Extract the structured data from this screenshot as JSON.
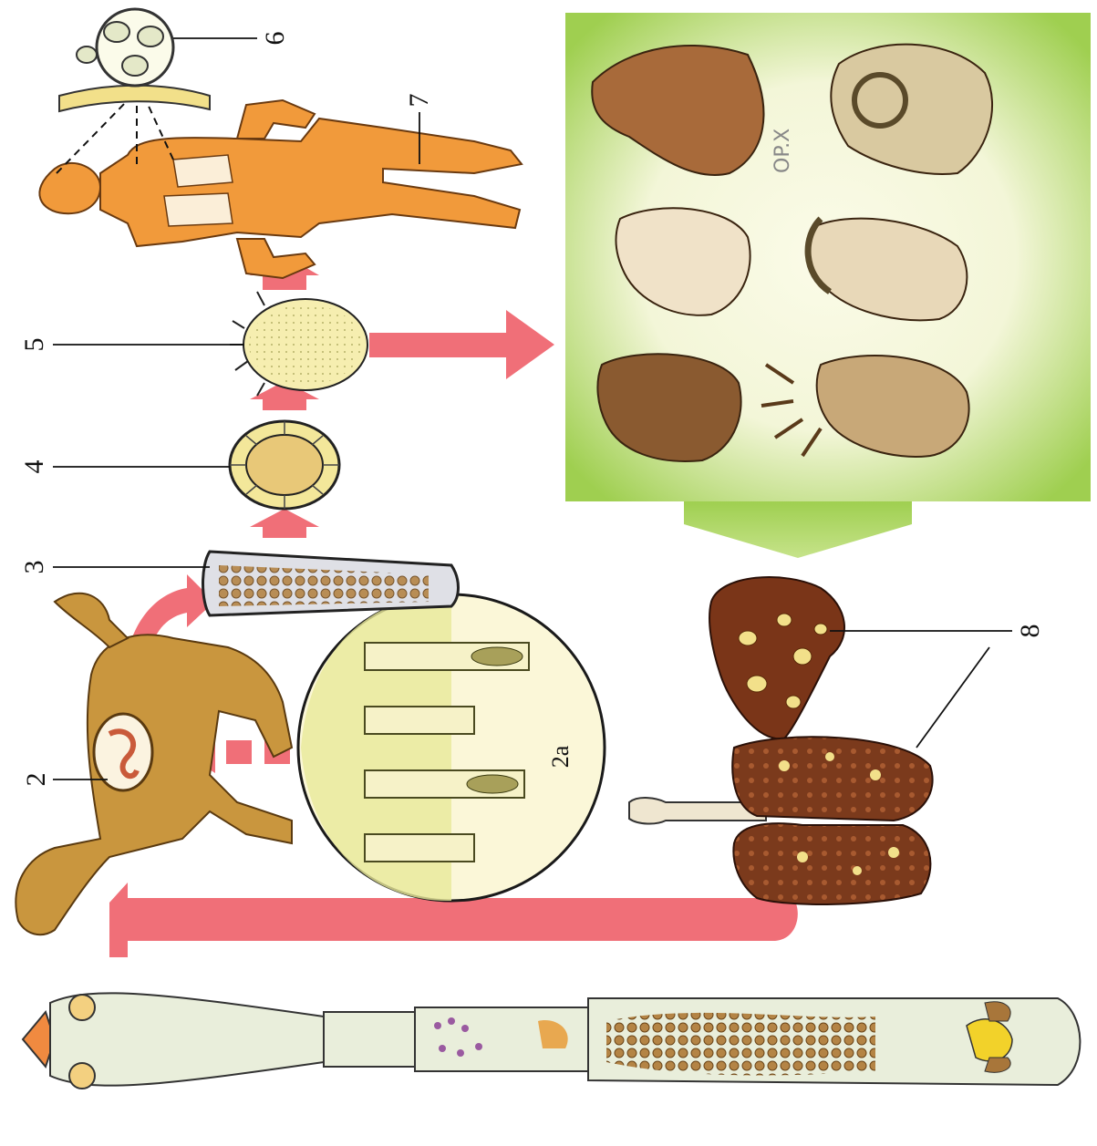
{
  "labels": {
    "l2": "2",
    "l2a": "2a",
    "l3": "3",
    "l4": "4",
    "l5": "5",
    "l6": "6",
    "l7": "7",
    "l8": "8"
  },
  "handwriting": "OP.X",
  "colors": {
    "arrow": "#f06f78",
    "panel_green": "#9fcf50",
    "panel_center": "#fbfbe6",
    "human": "#f19a3b",
    "dog": "#c9963e",
    "egg_yellow": "#f3e79a",
    "organ_brown": "#7a3518",
    "cyst": "#f2e08a",
    "worm_body": "#e9eedb",
    "worm_eggs": "#a8763a",
    "ovary_yellow": "#f2d22a"
  },
  "icons": [
    "dog-icon",
    "intestine-section-icon",
    "proglottid-icon",
    "egg-icon",
    "oncosphere-icon",
    "human-figure-icon",
    "cyst-icon",
    "ungulate-heads-icon",
    "liver-icon",
    "lungs-icon",
    "tapeworm-icon",
    "arrow-icon"
  ]
}
